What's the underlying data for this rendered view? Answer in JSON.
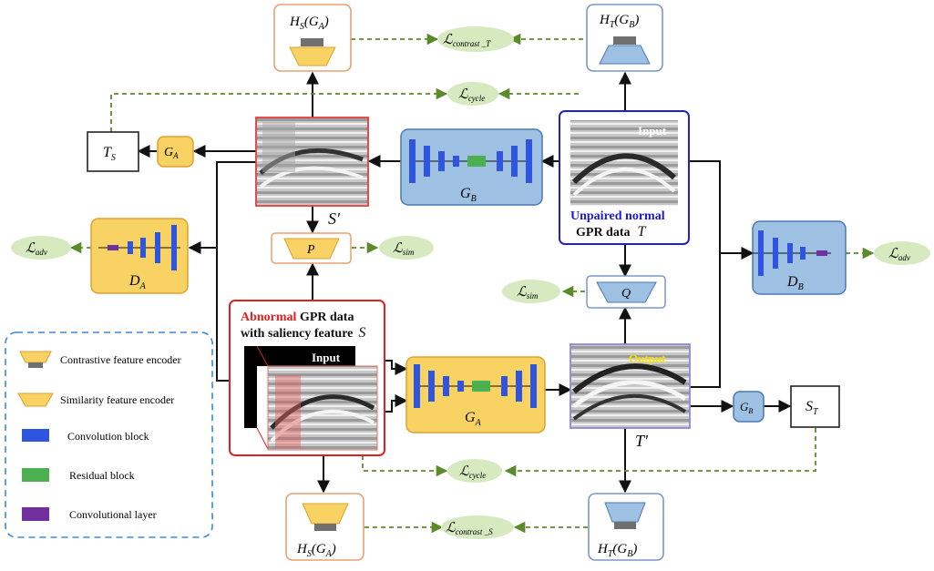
{
  "nodes": {
    "hs_top": {
      "main": "H",
      "sub": "S",
      "arg": "(G",
      "argsub": "A",
      "close": ")"
    },
    "ht_top": {
      "main": "H",
      "sub": "T",
      "arg": "(G",
      "argsub": "B",
      "close": ")"
    },
    "hs_bottom": {
      "main": "H",
      "sub": "S",
      "arg": "(G",
      "argsub": "A",
      "close": ")"
    },
    "ht_bottom": {
      "main": "H",
      "sub": "T",
      "arg": "(G",
      "argsub": "B",
      "close": ")"
    },
    "ts": {
      "main": "T",
      "sub": "S"
    },
    "st": {
      "main": "S",
      "sub": "T"
    },
    "ga_small": {
      "main": "G",
      "sub": "A"
    },
    "gb_small": {
      "main": "G",
      "sub": "B"
    },
    "gb_gen": {
      "main": "G",
      "sub": "B"
    },
    "ga_gen": {
      "main": "G",
      "sub": "A"
    },
    "da": {
      "main": "D",
      "sub": "A"
    },
    "db": {
      "main": "D",
      "sub": "B"
    },
    "p": {
      "main": "P"
    },
    "q": {
      "main": "Q"
    },
    "s_prime": "S'",
    "t_prime": "T'"
  },
  "losses": {
    "contrast_t": {
      "main": "ℒ",
      "sub": "contrast _T"
    },
    "cycle_top": {
      "main": "ℒ",
      "sub": "cycle"
    },
    "sim_p": {
      "main": "ℒ",
      "sub": "sim"
    },
    "sim_q": {
      "main": "ℒ",
      "sub": "sim"
    },
    "adv_left": {
      "main": "ℒ",
      "sub": "adv"
    },
    "adv_right": {
      "main": "ℒ",
      "sub": "adv"
    },
    "cycle_bottom": {
      "main": "ℒ",
      "sub": "cycle"
    },
    "contrast_s": {
      "main": "ℒ",
      "sub": "contrast _S"
    }
  },
  "images": {
    "input_top": "Input",
    "input_left": "Input",
    "output": "Output"
  },
  "unpaired": {
    "line1": "Unpaired normal",
    "line2": "GPR data",
    "line2_var": "T"
  },
  "abnormal": {
    "word": "Abnormal",
    "rest": " GPR data",
    "line2": "with saliency feature",
    "line2_var": "S"
  },
  "legend": {
    "items": [
      {
        "label": "Contrastive feature encoder",
        "icon": "contrastive-encoder-icon"
      },
      {
        "label": "Similarity feature encoder",
        "icon": "similarity-encoder-icon"
      },
      {
        "label": "Convolution block",
        "icon": "convolution-block-icon"
      },
      {
        "label": "Residual block",
        "icon": "residual-block-icon"
      },
      {
        "label": "Convolutional layer",
        "icon": "convolutional-layer-icon"
      }
    ]
  },
  "colors": {
    "yellow": "#f9d264",
    "yellow_border": "#e0a030",
    "blue_fill": "#9dc0e3",
    "blue_border": "#4a78b8",
    "conv_block": "#2f55e0",
    "residual": "#4caf50",
    "conv_layer": "#7030a0",
    "loss_fill": "#d6e9bf",
    "dashed": "#5a8a2a",
    "red": "#e02020",
    "navy": "#1a1ad6"
  }
}
